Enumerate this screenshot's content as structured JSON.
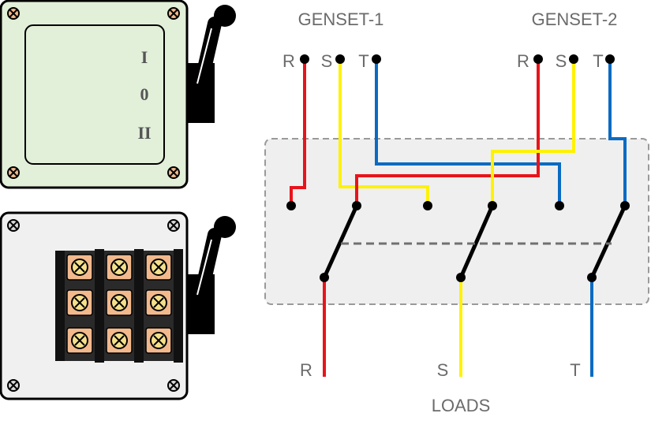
{
  "switch_front": {
    "positions": [
      "I",
      "0",
      "II"
    ]
  },
  "genset_1": {
    "title": "GENSET-1",
    "phases": [
      "R",
      "S",
      "T"
    ]
  },
  "genset_2": {
    "title": "GENSET-2",
    "phases": [
      "R",
      "S",
      "T"
    ]
  },
  "loads": {
    "title": "LOADS",
    "phases": [
      "R",
      "S",
      "T"
    ]
  },
  "colors": {
    "R": "#e8141b",
    "S": "#fff200",
    "T": "#0a6bc2",
    "panel_front": "#e2efd9",
    "panel_back": "#f0f0f0",
    "terminal": "#f2b98d"
  },
  "icons": {
    "screw": "screw-icon",
    "terminal_screw": "terminal-screw-icon",
    "lever": "rotary-lever-icon"
  }
}
